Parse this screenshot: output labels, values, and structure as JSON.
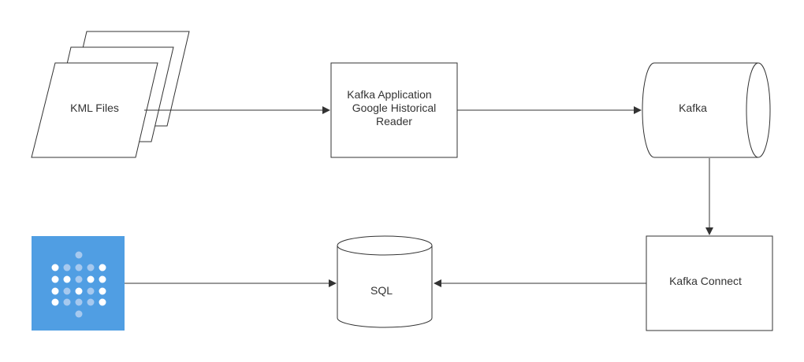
{
  "nodes": {
    "kml_files": {
      "label": "KML Files"
    },
    "kafka_app": {
      "lines": [
        "Kafka Application",
        "Google Historical",
        "Reader"
      ]
    },
    "kafka": {
      "label": "Kafka"
    },
    "kafka_connect": {
      "label": "Kafka Connect"
    },
    "sql": {
      "label": "SQL"
    },
    "dashboard_logo": {
      "icon": "dot-grid-logo-icon"
    }
  },
  "edges": [
    {
      "from": "kml_files",
      "to": "kafka_app"
    },
    {
      "from": "kafka_app",
      "to": "kafka"
    },
    {
      "from": "kafka",
      "to": "kafka_connect"
    },
    {
      "from": "kafka_connect",
      "to": "sql"
    },
    {
      "from": "dashboard_logo",
      "to": "sql"
    }
  ],
  "colors": {
    "stroke": "#333333",
    "text": "#333333",
    "logo_bg": "#509ee3",
    "logo_dot_bright": "#ffffff",
    "logo_dot_dim": "#a6c9ef"
  }
}
